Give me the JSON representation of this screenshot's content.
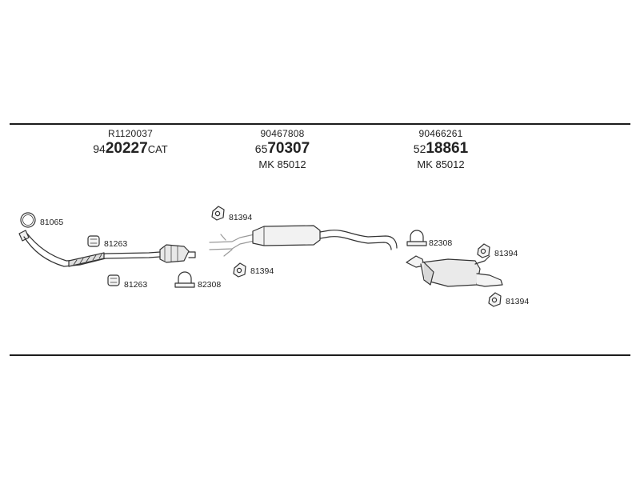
{
  "groups": [
    {
      "ref": "R1120037",
      "num_prefix": "94",
      "num_main": "20227",
      "num_suffix": "CAT",
      "mk": ""
    },
    {
      "ref": "90467808",
      "num_prefix": "65",
      "num_main": "70307",
      "num_suffix": "",
      "mk": "MK 85012"
    },
    {
      "ref": "90466261",
      "num_prefix": "52",
      "num_main": "18861",
      "num_suffix": "",
      "mk": "MK 85012"
    }
  ],
  "parts": {
    "ring_gasket": "81065",
    "mount_upper_front": "81263",
    "mount_lower_front": "81263",
    "clamp_front": "82308",
    "hanger_mid_top": "81394",
    "hanger_mid_bottom": "81394",
    "clamp_rear": "82308",
    "hanger_rear_top": "81394",
    "hanger_rear_bottom": "81394"
  }
}
